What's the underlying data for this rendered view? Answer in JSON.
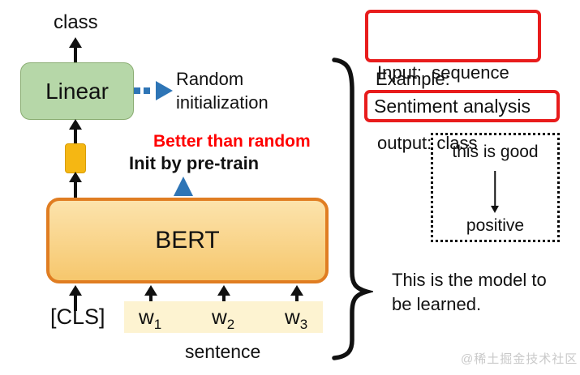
{
  "colors": {
    "accent_blue": "#2e75b6",
    "alert_red_text": "#ff0000",
    "red_box_border": "#e81c1c",
    "linear_green_fill": "#b6d7a8",
    "bert_orange_border": "#e07d22",
    "bert_orange_fill_top": "#fce3ac",
    "bert_orange_fill_bottom": "#f6c76d",
    "embedding_yellow": "#f5b713",
    "sentence_strip_yellow": "#fdf3d1"
  },
  "diagram": {
    "class_label": "class",
    "linear_label": "Linear",
    "random_init_note": "Random initialization",
    "better_note": "Better than random",
    "init_note": "Init by pre-train",
    "bert_label": "BERT",
    "cls_label": "[CLS]",
    "tokens": [
      {
        "base": "w",
        "sub": "1"
      },
      {
        "base": "w",
        "sub": "2"
      },
      {
        "base": "w",
        "sub": "3"
      }
    ],
    "sentence_label": "sentence"
  },
  "panel": {
    "io_line1": "Input:  sequence",
    "io_line2": "output: class",
    "example_label": "Example:",
    "example_value": "Sentiment analysis",
    "demo_input": "this is good",
    "demo_output": "positive",
    "note": "This is the model to be learned."
  },
  "watermark": "@稀土掘金技术社区"
}
